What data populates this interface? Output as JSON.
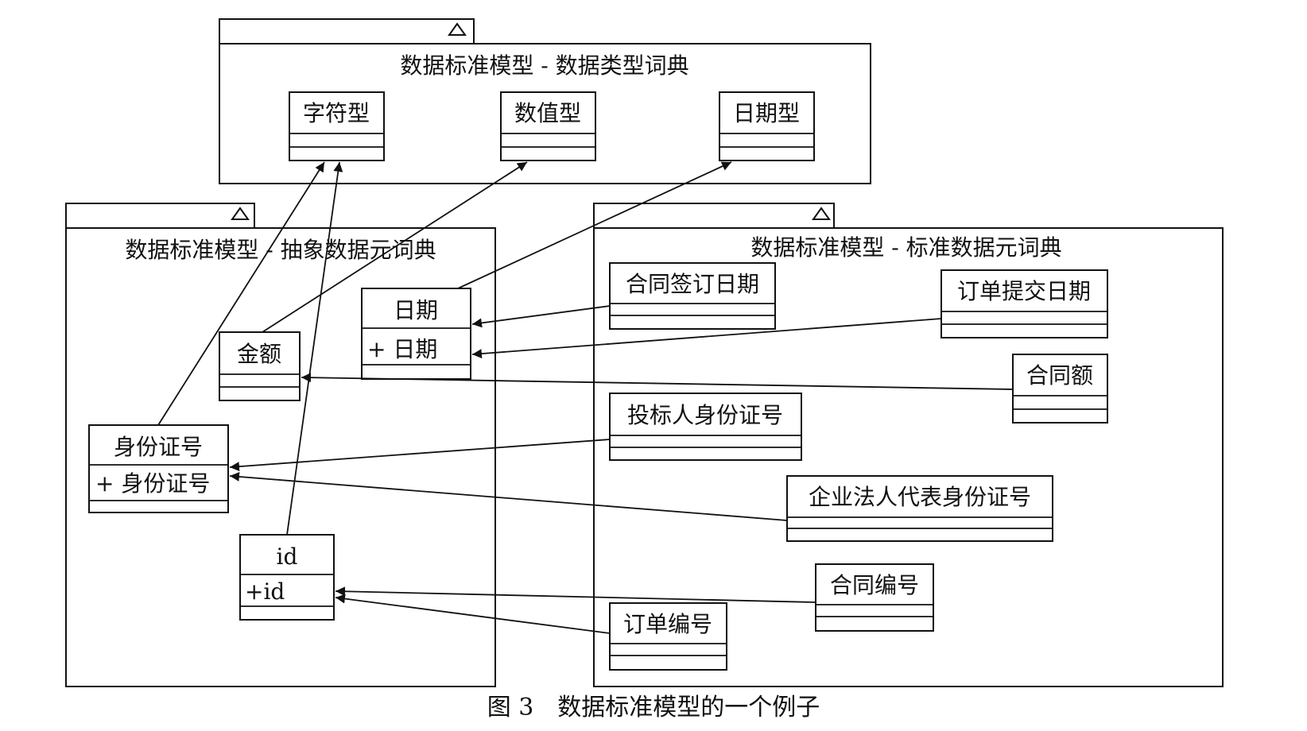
{
  "packages": {
    "types": {
      "title": "数据标准模型 - 数据类型词典"
    },
    "abstract": {
      "title": "数据标准模型 - 抽象数据元词典"
    },
    "standard": {
      "title": "数据标准模型 - 标准数据元词典"
    }
  },
  "classes": {
    "char": {
      "name": "字符型"
    },
    "num": {
      "name": "数值型"
    },
    "datetype": {
      "name": "日期型"
    },
    "date": {
      "name": "日期",
      "attr": "+ 日期"
    },
    "amount": {
      "name": "金额"
    },
    "idcard": {
      "name": "身份证号",
      "attr": "+ 身份证号"
    },
    "id": {
      "name": "id",
      "attr": "+id"
    },
    "signdate": {
      "name": "合同签订日期"
    },
    "orderdate": {
      "name": "订单提交日期"
    },
    "contractamt": {
      "name": "合同额"
    },
    "bidderid": {
      "name": "投标人身份证号"
    },
    "legalid": {
      "name": "企业法人代表身份证号"
    },
    "contractno": {
      "name": "合同编号"
    },
    "orderno": {
      "name": "订单编号"
    }
  },
  "caption": "图 3　数据标准模型的一个例子"
}
